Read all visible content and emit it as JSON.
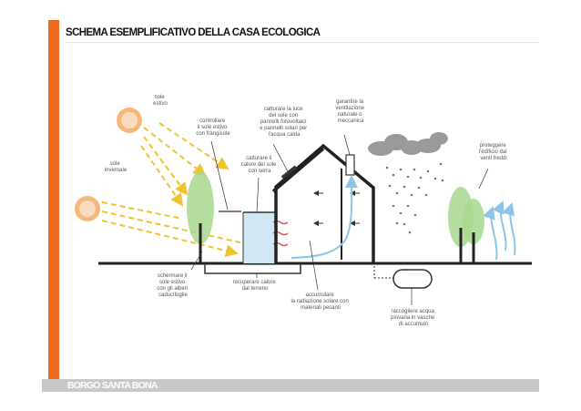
{
  "title": "SCHEMA ESEMPLIFICATIVO DELLA CASA ECOLOGICA",
  "footer": "BORGO SANTA BONA",
  "labels": {
    "sole_estivo": [
      "sole",
      "estivo"
    ],
    "sole_invernale": [
      "sole",
      "invernale"
    ],
    "controllare_sole": [
      "controllare",
      "il sole estivo",
      "con frangisole"
    ],
    "catturare_luce": [
      "catturare la luce",
      "del sole con",
      "pannelli fotovoltaici",
      "e pannelli solari per",
      "l'acqua calda"
    ],
    "catturare_calore": [
      "catturare il",
      "calore del sole",
      "con serra"
    ],
    "ventilazione": [
      "garantire la",
      "ventilazione",
      "naturale o",
      "meccanica"
    ],
    "proteggere": [
      "proteggere",
      "l'edificio dai",
      "venti freddi"
    ],
    "schermare": [
      "schermare il",
      "sole estivo",
      "con gli alberi",
      "caducifoglie"
    ],
    "recuperare": [
      "recuperare calore",
      "dal terreno"
    ],
    "accumulare": [
      "accumulare",
      "la radiazione solare con",
      "materiali pesanti"
    ],
    "raccogliere": [
      "raccogliere acqua",
      "piovana in vasche",
      "di accumulo"
    ]
  },
  "colors": {
    "accent": "#ee6a1f",
    "footer_bg": "#c8c8c8",
    "tree": "#a9d78f",
    "cloud": "#9a9a9a",
    "air": "#8ec3e6",
    "sun_ray": "#f0c330",
    "heat": "#e25558",
    "greenhouse": "#d2e6f4"
  }
}
